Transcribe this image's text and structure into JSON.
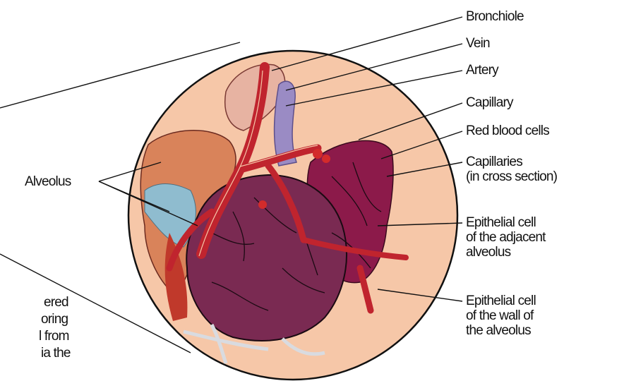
{
  "labels": {
    "bronchiole": "Bronchiole",
    "vein": "Vein",
    "artery": "Artery",
    "capillary": "Capillary",
    "red_blood_cells": "Red blood cells",
    "capillaries_line1": "Capillaries",
    "capillaries_line2": "(in cross section)",
    "epithelial_adjacent_line1": "Epithelial cell",
    "epithelial_adjacent_line2": "of the adjacent",
    "epithelial_adjacent_line3": "alveolus",
    "epithelial_wall_line1": "Epithelial cell",
    "epithelial_wall_line2": "of the wall of",
    "epithelial_wall_line3": "the alveolus",
    "alveolus": "Alveolus"
  },
  "cropped_text": [
    "ered",
    "oring",
    "l from",
    "ia the"
  ],
  "colors": {
    "circle_fill": "#f6c7a8",
    "circle_stroke": "#111111",
    "vessel_red": "#c0242e",
    "alveolus_purple": "#7a2a52",
    "alveolus_magenta": "#8c1a4a",
    "vein_lavender": "#9a8bc4",
    "alveolus_orange": "#d9835a",
    "alveolus_blue": "#8fbccf"
  }
}
